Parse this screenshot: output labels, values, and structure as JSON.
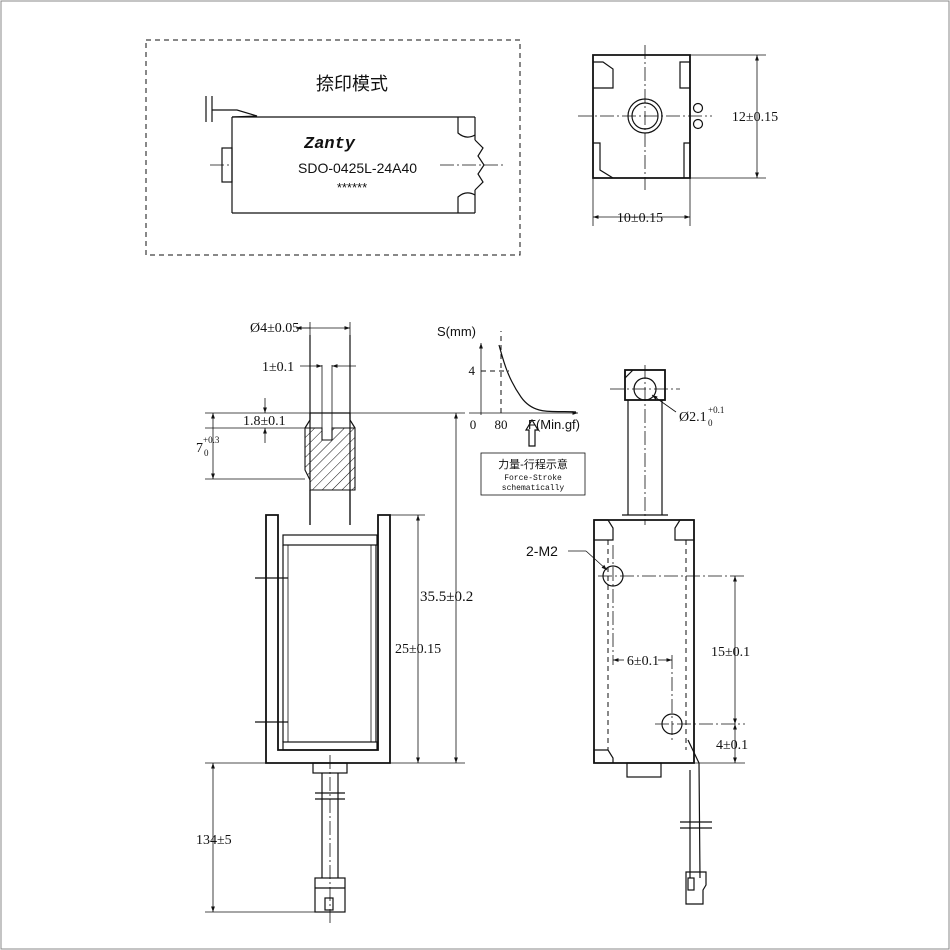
{
  "marking_mode": {
    "title": "捺印模式",
    "brand_logo": "Zanty",
    "model": "SDO-0425L-24A40",
    "serial_mask": "******"
  },
  "top_view": {
    "height_dim": "12±0.15",
    "width_dim": "10±0.15"
  },
  "front_view": {
    "plunger_dia": "Ø4±0.05",
    "slot_width": "1±0.1",
    "slot_depth": "1.8±0.1",
    "stroke_base": "7",
    "stroke_tol_top": "+0.3",
    "stroke_tol_bottom": "0",
    "total_length": "35.5±0.2",
    "body_length": "25±0.15",
    "lead_length": "134±5"
  },
  "force_chart": {
    "y_label": "S(mm)",
    "x_label": "F(Min.gf)",
    "y_tick": "4",
    "x_tick": "80",
    "origin": "0",
    "caption_cn": "力量-行程示意",
    "caption_en_1": "Force-Stroke",
    "caption_en_2": "schematically"
  },
  "chart_data": {
    "type": "line",
    "title": "",
    "xlabel": "F(Min.gf)",
    "ylabel": "S(mm)",
    "x_ticks": [
      0,
      80
    ],
    "y_ticks": [
      4
    ],
    "marked_point": {
      "x": 80,
      "y": 4
    },
    "grid": false,
    "legend": "none"
  },
  "side_view": {
    "hole_dia_base": "Ø2.1",
    "hole_tol_top": "+0.1",
    "hole_tol_bottom": "0",
    "mount_thread": "2-M2",
    "hole_spacing_h": "6±0.1",
    "hole_spacing_v": "15±0.1",
    "hole_offset": "4±0.1"
  }
}
